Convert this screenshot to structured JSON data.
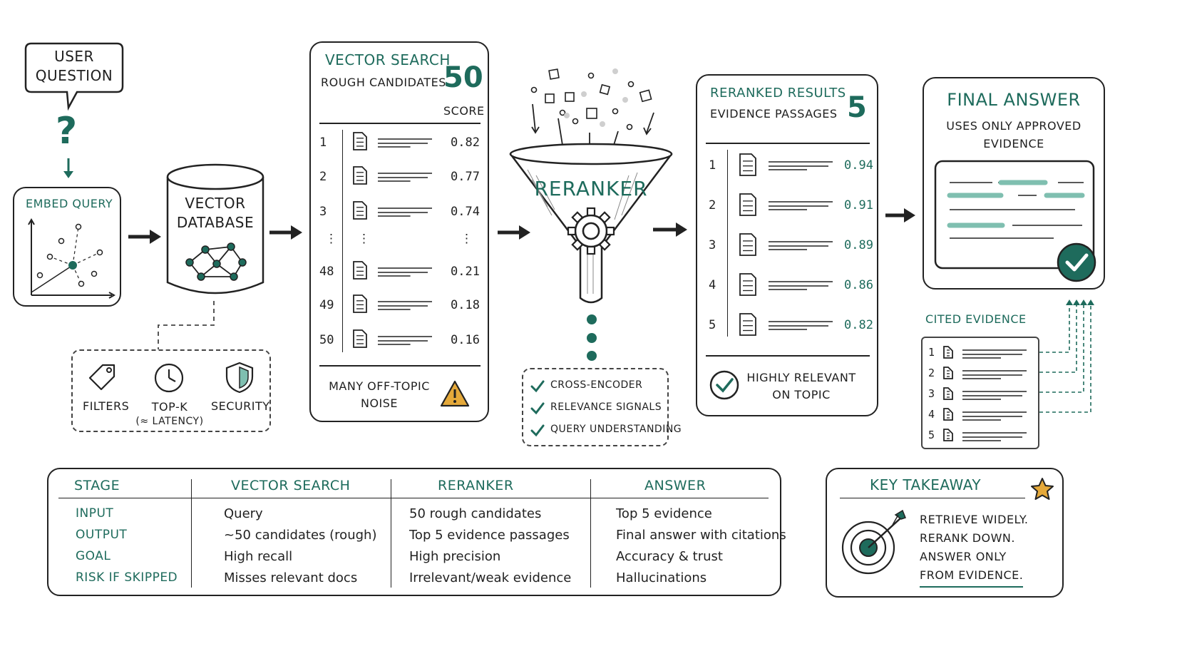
{
  "question": {
    "line1": "USER",
    "line2": "QUESTION"
  },
  "embed": {
    "title": "EMBED QUERY"
  },
  "vector_db": {
    "line1": "VECTOR",
    "line2": "DATABASE"
  },
  "db_options": {
    "filters": "FILTERS",
    "topk_line1": "TOP-K",
    "topk_line2": "(≈ LATENCY)",
    "security": "SECURITY"
  },
  "vector_search": {
    "title": "VECTOR SEARCH",
    "subtitle": "ROUGH CANDIDATES",
    "count": "50",
    "score_header": "SCORE",
    "rows": [
      {
        "rank": "1",
        "score": "0.82"
      },
      {
        "rank": "2",
        "score": "0.77"
      },
      {
        "rank": "3",
        "score": "0.74"
      },
      {
        "rank": "48",
        "score": "0.21"
      },
      {
        "rank": "49",
        "score": "0.18"
      },
      {
        "rank": "50",
        "score": "0.16"
      }
    ],
    "ellipsis": "⋮",
    "noise_line1": "MANY OFF-TOPIC",
    "noise_line2": "NOISE"
  },
  "reranker": {
    "title": "RERANKER",
    "checks": [
      "CROSS-ENCODER",
      "RELEVANCE SIGNALS",
      "QUERY UNDERSTANDING"
    ]
  },
  "reranked": {
    "title": "RERANKED RESULTS",
    "subtitle": "EVIDENCE PASSAGES",
    "count": "5",
    "rows": [
      {
        "rank": "1",
        "score": "0.94"
      },
      {
        "rank": "2",
        "score": "0.91"
      },
      {
        "rank": "3",
        "score": "0.89"
      },
      {
        "rank": "4",
        "score": "0.86"
      },
      {
        "rank": "5",
        "score": "0.82"
      }
    ],
    "footer_line1": "HIGHLY RELEVANT",
    "footer_line2": "ON TOPIC"
  },
  "final_answer": {
    "title": "FINAL ANSWER",
    "line1": "USES ONLY APPROVED",
    "line2": "EVIDENCE"
  },
  "cited": {
    "title": "CITED EVIDENCE",
    "items": [
      "1",
      "2",
      "3",
      "4",
      "5"
    ]
  },
  "table": {
    "headers": [
      "STAGE",
      "VECTOR SEARCH",
      "RERANKER",
      "ANSWER"
    ],
    "rows": [
      [
        "INPUT",
        "Query",
        "50 rough candidates",
        "Top 5 evidence"
      ],
      [
        "OUTPUT",
        "~50 candidates (rough)",
        "Top 5 evidence passages",
        "Final answer with citations"
      ],
      [
        "GOAL",
        "High recall",
        "High precision",
        "Accuracy & trust"
      ],
      [
        "RISK IF SKIPPED",
        "Misses relevant docs",
        "Irrelevant/weak evidence",
        "Hallucinations"
      ]
    ]
  },
  "takeaway": {
    "title": "KEY TAKEAWAY",
    "lines": [
      "RETRIEVE WIDELY.",
      "RERANK DOWN.",
      "ANSWER ONLY",
      "FROM EVIDENCE."
    ]
  },
  "colors": {
    "accent": "#1e6b5c",
    "highlight": "#7fbfb0",
    "warning": "#e5a93a",
    "ink": "#222222"
  }
}
